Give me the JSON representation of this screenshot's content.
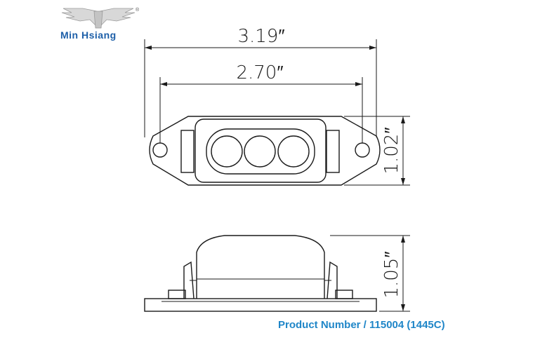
{
  "brand": {
    "name": "Min Hsiang",
    "trademark": "®"
  },
  "dimensions": {
    "overall_width": "3.19″",
    "hole_spacing": "2.70″",
    "height_top_view": "1.02″",
    "height_side_view": "1.05″"
  },
  "footer": {
    "product_number": "Product Number / 115004 (1445C)"
  },
  "colors": {
    "line": "#1a1a1a",
    "brand_blue": "#1d5fa8",
    "product_blue": "#1f86c8"
  }
}
